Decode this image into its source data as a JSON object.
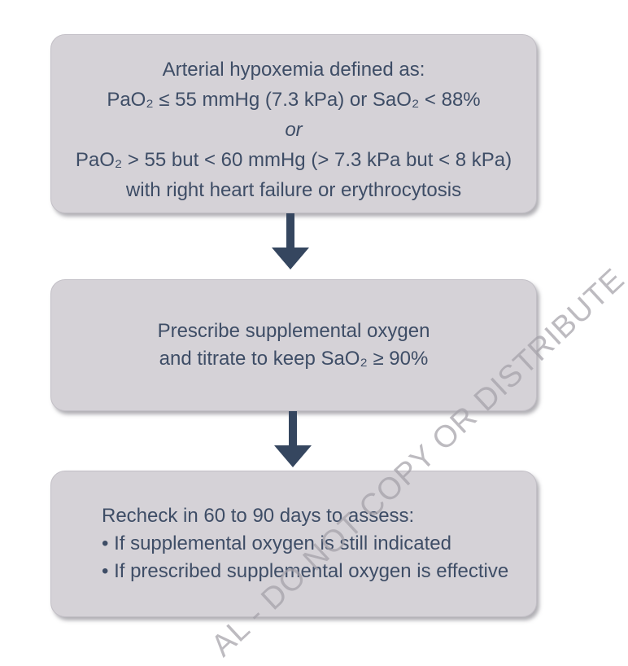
{
  "colors": {
    "background": "#ffffff",
    "box_fill": "#d5d2d7",
    "box_border": "#c2bfc6",
    "text": "#3e4d66",
    "arrow": "#35465f",
    "watermark": "#a4a1a9"
  },
  "flowchart": {
    "boxes": [
      {
        "id": "hypoxemia-definition",
        "lines": [
          "Arterial hypoxemia defined as:",
          "PaO₂ ≤ 55 mmHg (7.3 kPa) or SaO₂ < 88%",
          "or",
          "PaO₂ > 55 but < 60 mmHg (> 7.3 kPa but < 8 kPa)",
          "with right heart failure or erythrocytosis"
        ]
      },
      {
        "id": "prescribe-oxygen",
        "lines": [
          "Prescribe supplemental oxygen",
          "and titrate to keep SaO₂ ≥ 90%"
        ]
      },
      {
        "id": "recheck",
        "lines": [
          "Recheck in 60 to 90 days to assess:",
          "• If supplemental oxygen is still indicated",
          "• If prescribed supplemental oxygen is effective"
        ]
      }
    ]
  },
  "watermark": {
    "text": "AL - DO NOT COPY OR DISTRIBUTE"
  }
}
